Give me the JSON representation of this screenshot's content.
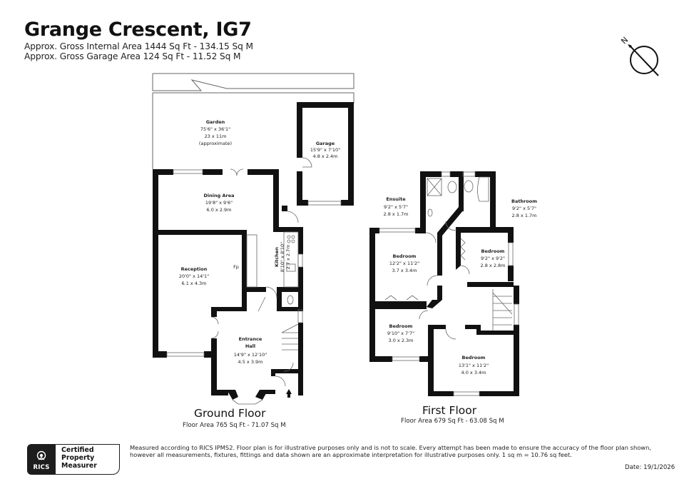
{
  "header": {
    "title": "Grange Crescent, IG7",
    "internal_area": "Approx. Gross Internal Area 1444 Sq Ft - 134.15 Sq M",
    "garage_area": "Approx. Gross Garage Area 124 Sq Ft - 11.52 Sq M"
  },
  "compass": {
    "icon": "north-compass-icon",
    "label": "N"
  },
  "ground_floor": {
    "label": "Ground Floor",
    "area": "Floor Area 765 Sq Ft - 71.07 Sq M",
    "rooms": {
      "garden": {
        "name": "Garden",
        "dim_imperial": "75'6\" x 36'1\"",
        "dim_metric": "23 x 11m",
        "note": "(approximate)"
      },
      "garage": {
        "name": "Garage",
        "dim_imperial": "15'9\" x 7'10\"",
        "dim_metric": "4.8 x 2.4m"
      },
      "dining": {
        "name": "Dining Area",
        "dim_imperial": "19'8\" x 9'6\"",
        "dim_metric": "6.0 x 2.9m"
      },
      "reception": {
        "name": "Reception",
        "dim_imperial": "20'0\" x 14'1\"",
        "dim_metric": "6.1 x 4.3m",
        "feature": "Fp"
      },
      "kitchen": {
        "name": "Kitchen",
        "dim_imperial": "8'10\" x 8'10\"",
        "dim_metric": "2.7 x 2.7m"
      },
      "entrance_hall": {
        "name_line1": "Entrance",
        "name_line2": "Hall",
        "dim_imperial": "14'9\" x 12'10\"",
        "dim_metric": "4.5 x 3.9m"
      }
    }
  },
  "first_floor": {
    "label": "First Floor",
    "area": "Floor Area 679 Sq Ft - 63.08 Sq M",
    "rooms": {
      "ensuite": {
        "name": "Ensuite",
        "dim_imperial": "9'2\" x 5'7\"",
        "dim_metric": "2.8 x 1.7m"
      },
      "bathroom": {
        "name": "Bathroom",
        "dim_imperial": "9'2\" x 5'7\"",
        "dim_metric": "2.8 x 1.7m"
      },
      "bedroom1": {
        "name": "Bedroom",
        "dim_imperial": "12'2\" x 11'2\"",
        "dim_metric": "3.7 x 3.4m"
      },
      "bedroom2": {
        "name": "Bedroom",
        "dim_imperial": "9'2\" x 9'2\"",
        "dim_metric": "2.8 x 2.8m"
      },
      "bedroom3": {
        "name": "Bedroom",
        "dim_imperial": "9'10\" x 7'7\"",
        "dim_metric": "3.0 x 2.3m"
      },
      "bedroom4": {
        "name": "Bedroom",
        "dim_imperial": "13'1\" x 11'2\"",
        "dim_metric": "4.0 x 3.4m"
      }
    }
  },
  "footer": {
    "badge": {
      "org": "RICS",
      "line1": "Certified",
      "line2": "Property",
      "line3": "Measurer"
    },
    "disclaimer_line1": "Measured according to RICS IPMS2. Floor plan is for illustrative purposes only and is not to scale. Every attempt has been made to ensure the accuracy of the floor plan shown,",
    "disclaimer_line2": "however all measurements, fixtures, fittings and data shown are an approximate interpretation for illustrative purposes only. 1 sq m = 10.76 sq feet.",
    "date": "Date: 19/1/2026"
  },
  "colors": {
    "wall": "#111111",
    "outline": "#555555",
    "window": "#888888",
    "background": "#ffffff"
  }
}
